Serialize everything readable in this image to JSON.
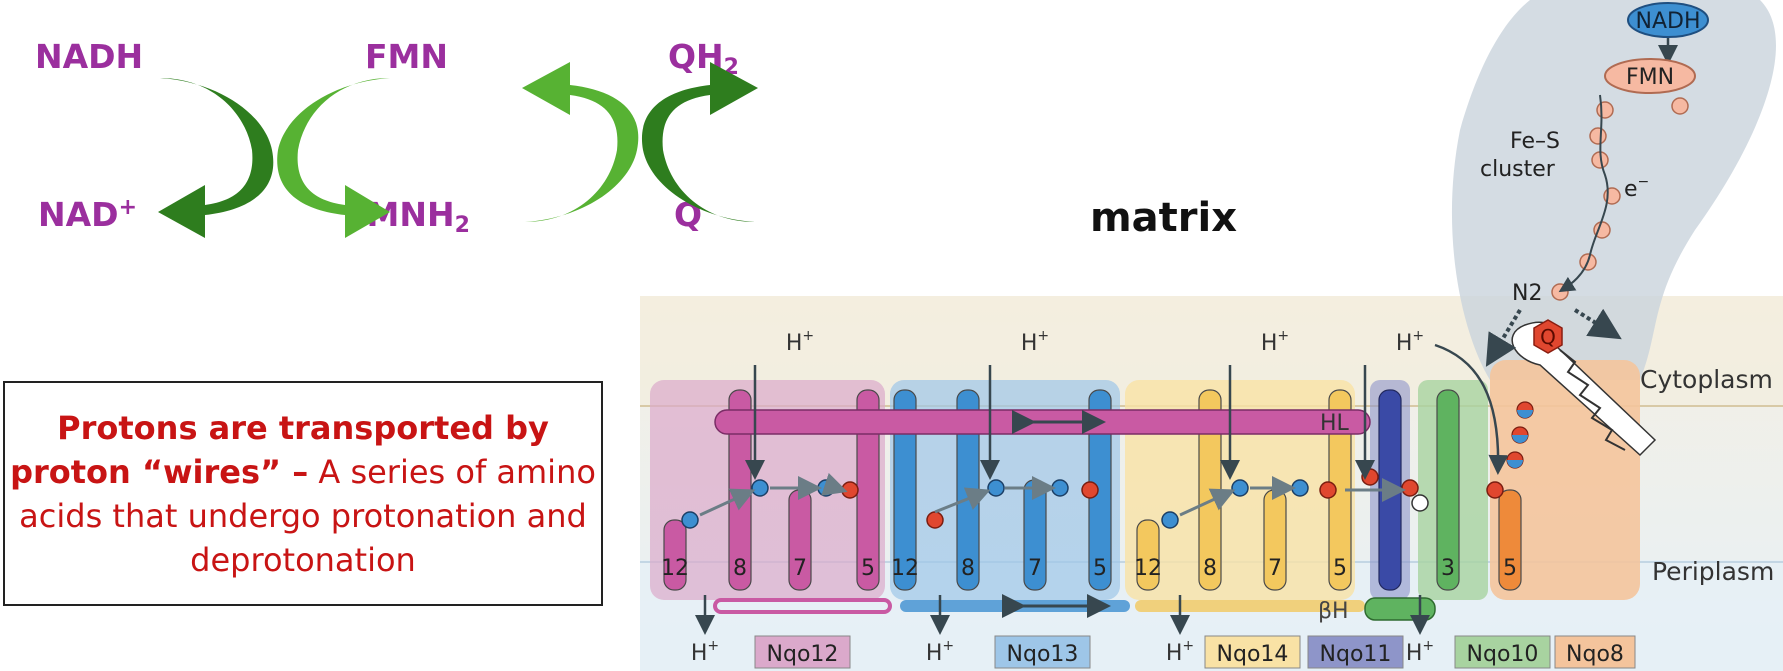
{
  "reactions": {
    "nadh": "NADH",
    "nad_base": "NAD",
    "nad_sup": "+",
    "fmn": "FMN",
    "fmnh_base": "FMNH",
    "fmnh_sub": "2",
    "qh_base": "QH",
    "qh_sub": "2",
    "q": "Q"
  },
  "callout": {
    "bold_text": "Protons are transported by proton “wires” –",
    "normal_text": "A series of amino acids that undergo protonation and deprotonation"
  },
  "matrix_label": "matrix",
  "diagram": {
    "nadh": "NADH",
    "fmn": "FMN",
    "fe_s_line1": "Fe–S",
    "fe_s_line2": "cluster",
    "electron_base": "e",
    "electron_sup": "−",
    "n2": "N2",
    "q": "Q",
    "cytoplasm": "Cytoplasm",
    "periplasm": "Periplasm",
    "hl": "HL",
    "beta_h": "βH",
    "h_base": "H",
    "h_sup": "+",
    "helix_numbers": [
      "12",
      "8",
      "7",
      "5",
      "12",
      "8",
      "7",
      "5",
      "12",
      "8",
      "7",
      "5",
      "3",
      "5"
    ],
    "subunits": [
      "Nqo12",
      "Nqo13",
      "Nqo14",
      "Nqo11",
      "Nqo10",
      "Nqo8"
    ]
  },
  "colors": {
    "label_purple": "#9b2f9e",
    "callout_red": "#c81414",
    "arrow_dark_green": "#2e7d1e",
    "arrow_light_green": "#57b233",
    "nqo12": "#c95aa3",
    "nqo13": "#3d8fd1",
    "nqo14": "#f3c85e",
    "nqo11": "#3a4aa6",
    "nqo10": "#5fb360",
    "nqo8": "#ee8a3a"
  }
}
